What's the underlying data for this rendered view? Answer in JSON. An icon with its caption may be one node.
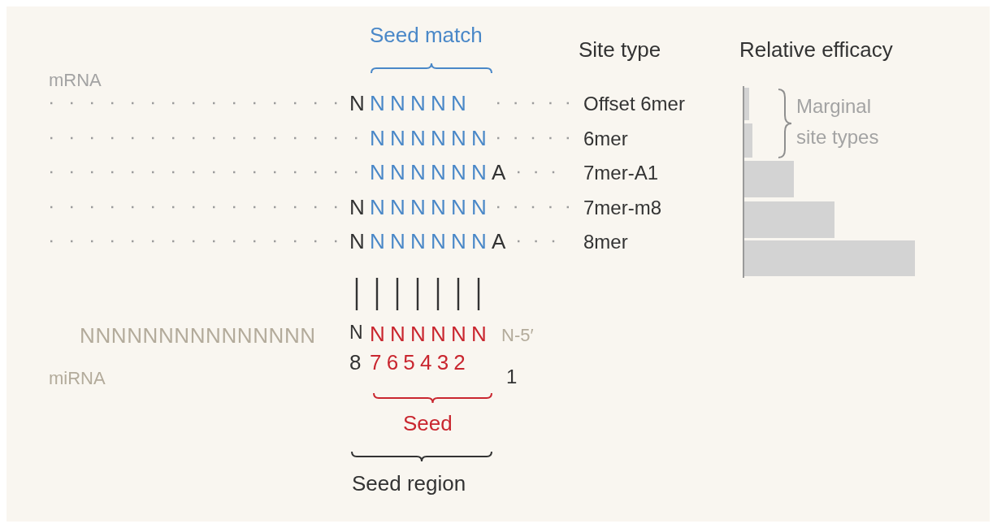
{
  "diagram": {
    "labels": [
      "Seed match",
      "Site type",
      "Relative efficacy",
      "mRNA",
      "N",
      "NNNNN",
      "Offset 6mer",
      "Marginal site types",
      "NNNNNN",
      "6mer",
      "NNNNNN",
      "A",
      "7mer-A1",
      "N",
      "NNNNNN",
      "7mer-m8",
      "N",
      "NNNNNN",
      "A",
      "8mer",
      "NNNNNNNNNNNNNNN",
      "N",
      "NNNNNN",
      "N-5′",
      "8",
      "765432",
      "miRNA",
      "1",
      "Seed",
      "Seed region"
    ]
  }
}
